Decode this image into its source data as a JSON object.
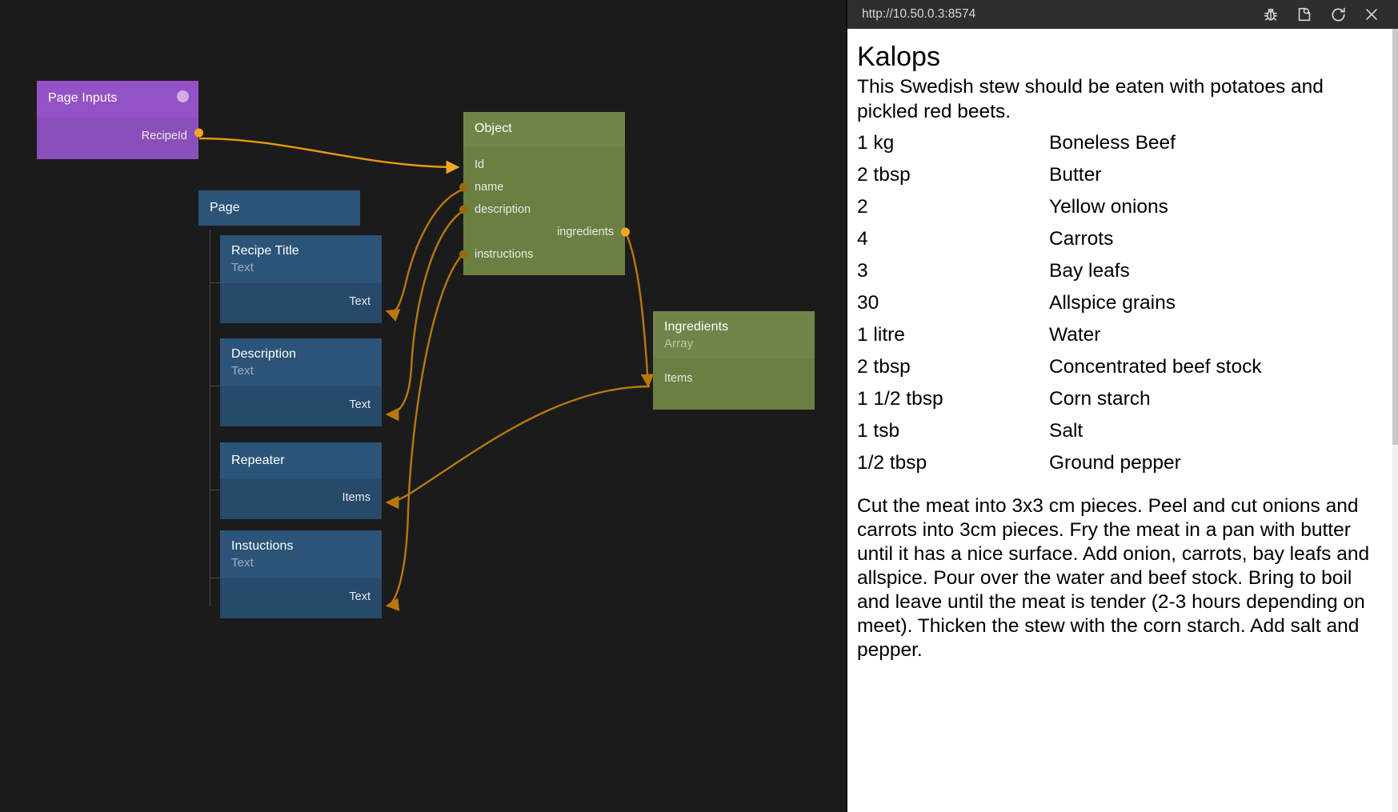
{
  "browser": {
    "url": "http://10.50.0.3:8574",
    "icons": [
      {
        "name": "bug-icon",
        "label": "Debug"
      },
      {
        "name": "inspect-page-icon",
        "label": "Inspect"
      },
      {
        "name": "reload-icon",
        "label": "Reload"
      },
      {
        "name": "close-icon",
        "label": "Close"
      }
    ]
  },
  "graph": {
    "nodes": {
      "page_inputs": {
        "title": "Page Inputs",
        "outputs": [
          {
            "label": "RecipeId"
          }
        ]
      },
      "page": {
        "title": "Page"
      },
      "recipe_title": {
        "title": "Recipe Title",
        "subtitle": "Text",
        "outputs": [
          {
            "label": "Text"
          }
        ]
      },
      "description": {
        "title": "Description",
        "subtitle": "Text",
        "outputs": [
          {
            "label": "Text"
          }
        ]
      },
      "repeater": {
        "title": "Repeater",
        "subtitle": "",
        "outputs": [
          {
            "label": "Items"
          }
        ]
      },
      "instuctions": {
        "title": "Instuctions",
        "subtitle": "Text",
        "outputs": [
          {
            "label": "Text"
          }
        ]
      },
      "object": {
        "title": "Object",
        "inputs": [
          {
            "label": "Id"
          },
          {
            "label": "name"
          },
          {
            "label": "description"
          },
          {
            "label": "instructions"
          }
        ],
        "outputs": [
          {
            "label": "ingredients"
          }
        ]
      },
      "ingredients": {
        "title": "Ingredients",
        "subtitle": "Array",
        "inputs": [
          {
            "label": "Items"
          }
        ]
      }
    },
    "colors": {
      "canvas": "#1b1b1b",
      "purple": "#8e4fbf",
      "blue": "#2b5478",
      "green": "#6b7f42",
      "wire": "#c8860d",
      "port": "#f5a623"
    }
  },
  "recipe": {
    "title": "Kalops",
    "description": "This Swedish stew should be eaten with potatoes and pickled red beets.",
    "ingredients": [
      {
        "amount": "1 kg",
        "name": "Boneless Beef"
      },
      {
        "amount": "2 tbsp",
        "name": "Butter"
      },
      {
        "amount": "2",
        "name": "Yellow onions"
      },
      {
        "amount": "4",
        "name": "Carrots"
      },
      {
        "amount": "3",
        "name": "Bay leafs"
      },
      {
        "amount": "30",
        "name": "Allspice grains"
      },
      {
        "amount": "1 litre",
        "name": "Water"
      },
      {
        "amount": "2 tbsp",
        "name": "Concentrated beef stock"
      },
      {
        "amount": "1 1/2 tbsp",
        "name": "Corn starch"
      },
      {
        "amount": "1 tsb",
        "name": "Salt"
      },
      {
        "amount": "1/2 tbsp",
        "name": "Ground pepper"
      }
    ],
    "instructions": "Cut the meat into 3x3 cm pieces. Peel and cut onions and carrots into 3cm pieces. Fry the meat in a pan with butter until it has a nice surface. Add onion, carrots, bay leafs and allspice. Pour over the water and beef stock. Bring to boil and leave until the meat is tender (2-3 hours depending on meet). Thicken the stew with the corn starch. Add salt and pepper."
  }
}
